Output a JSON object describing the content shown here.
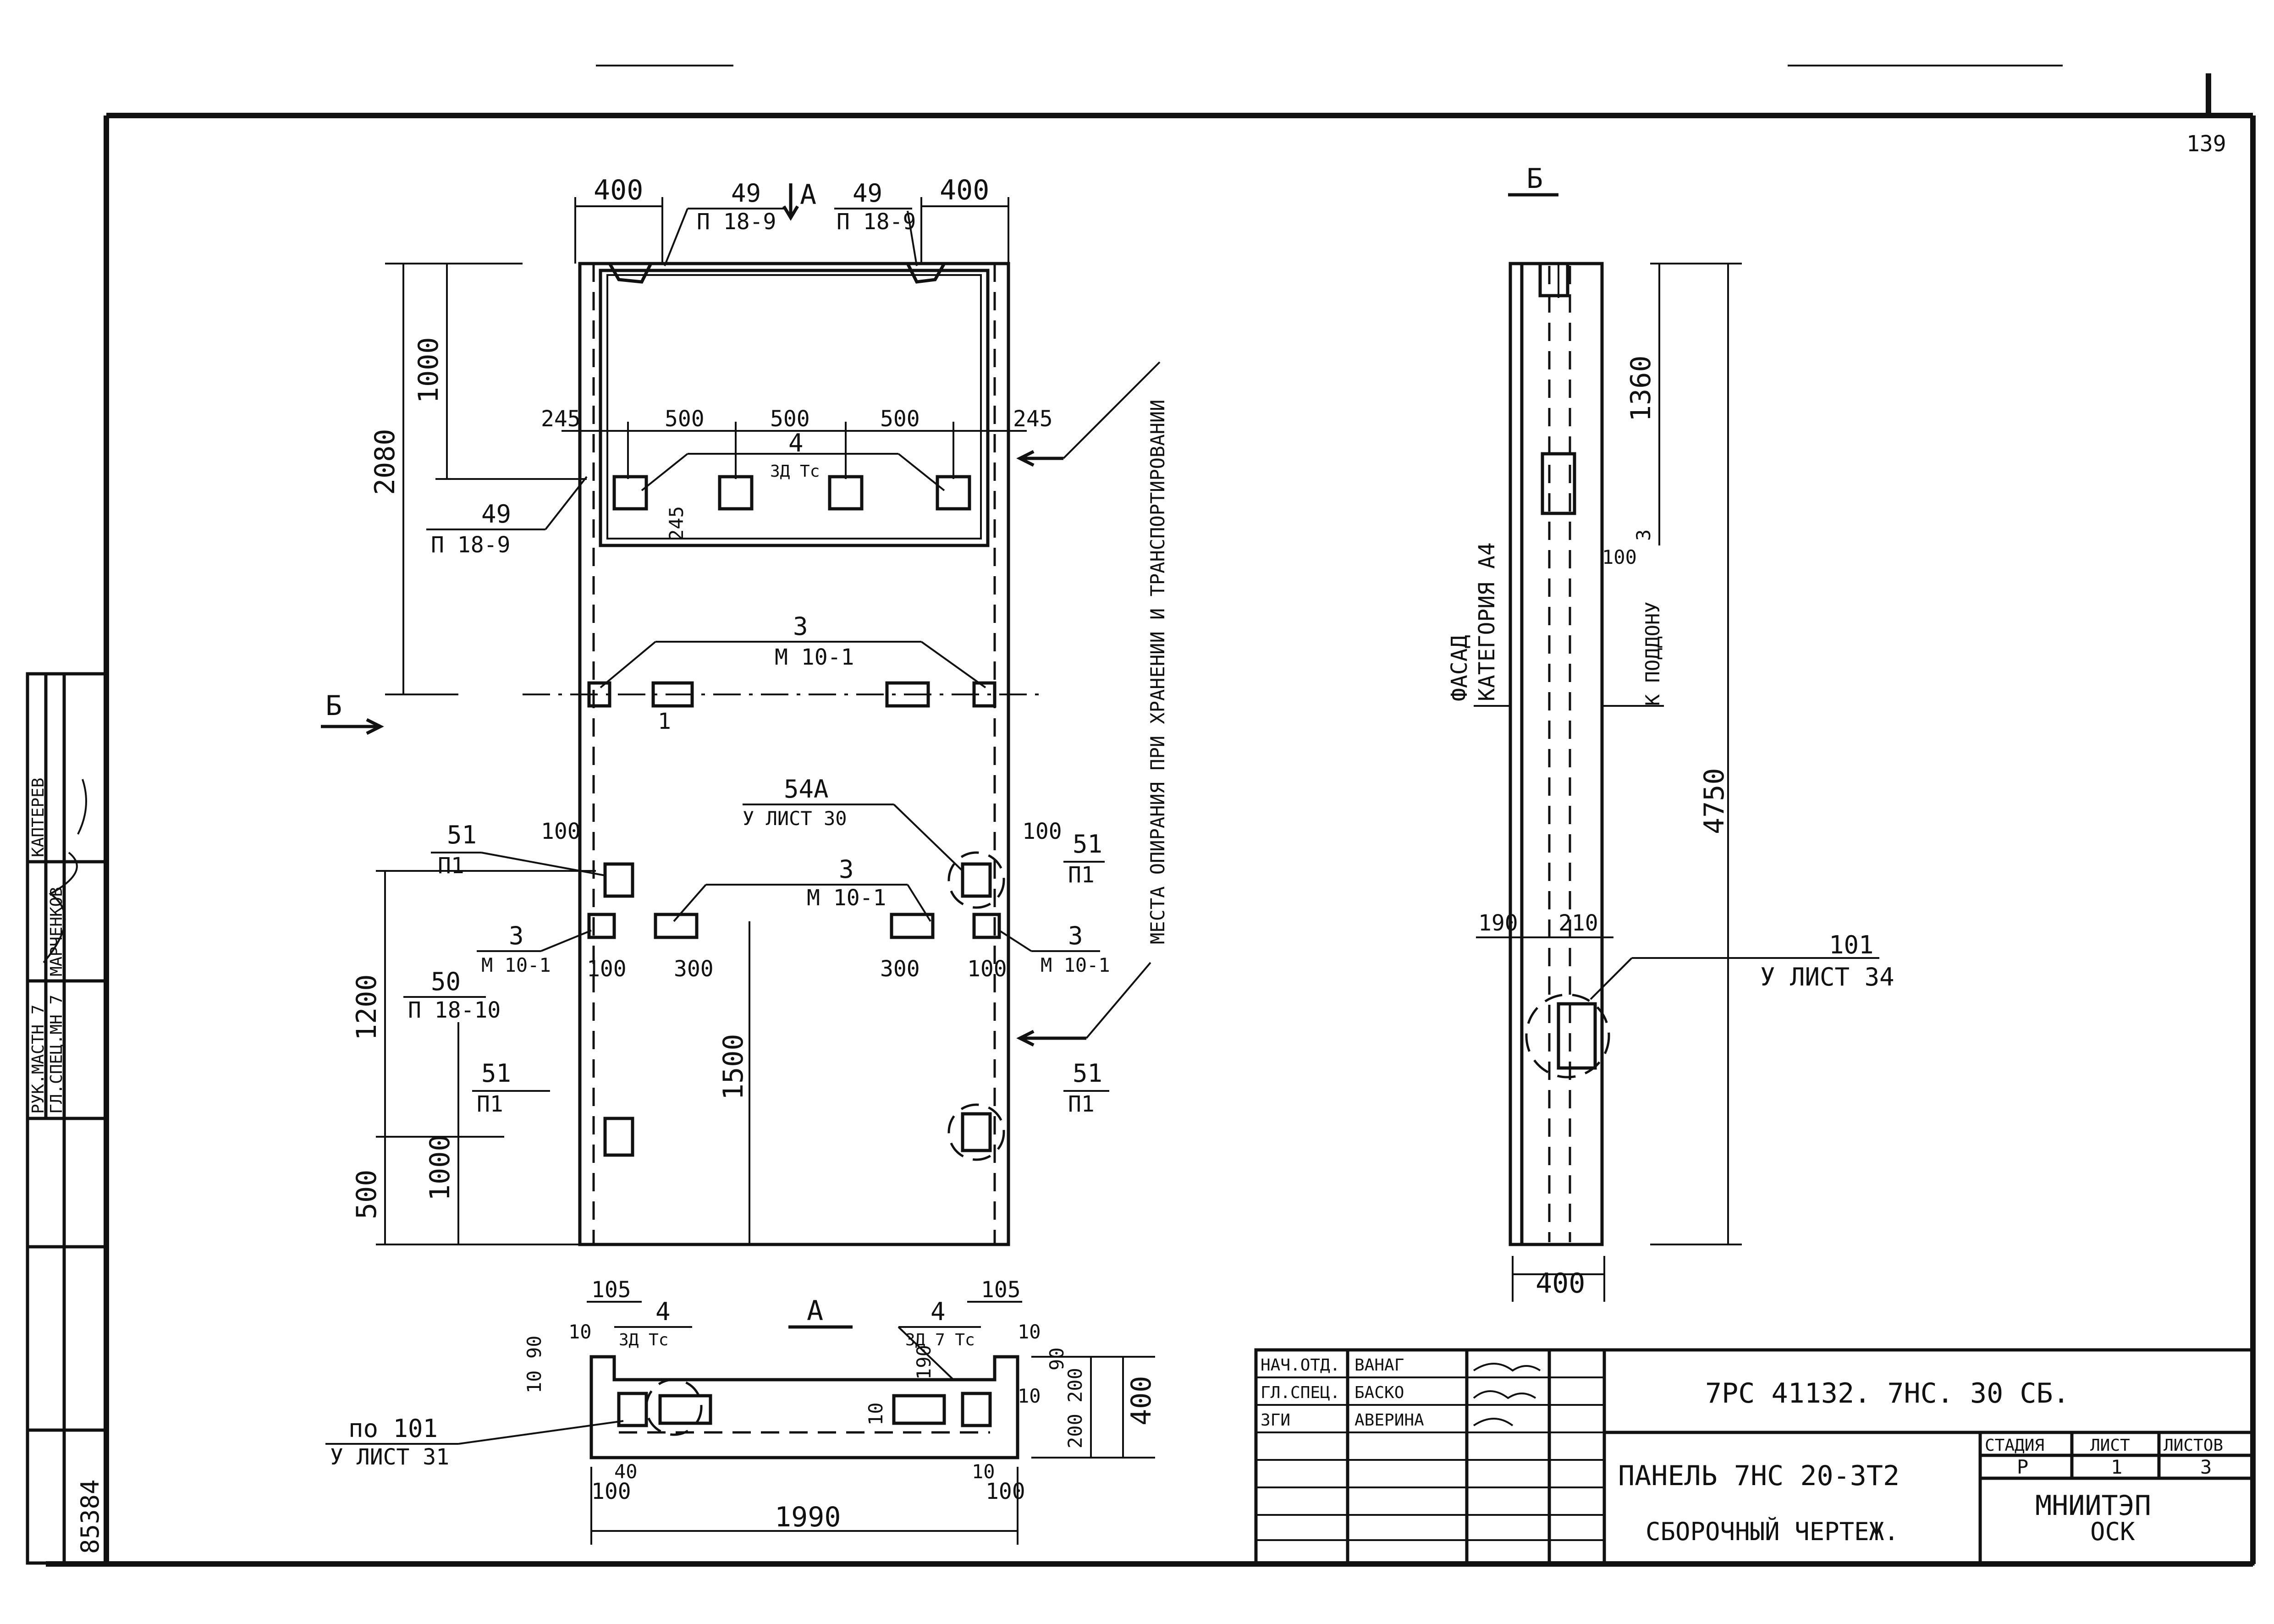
{
  "sheet_number": "139",
  "archive_number": "85384",
  "front_view": {
    "dims_top": {
      "left": "400",
      "right": "400"
    },
    "marks_top": [
      {
        "num": "49",
        "code": "П 18-9"
      },
      {
        "num": "49",
        "code": "П 18-9"
      }
    ],
    "section_mark_a": "А",
    "dims_left": {
      "d2080": "2080",
      "d1000": "1000",
      "d1200": "1200",
      "d500": "500",
      "d1000b": "1000",
      "d1500": "1500"
    },
    "dims_inner": {
      "d245a": "245",
      "d245b": "245",
      "d245c": "245",
      "d500a": "500",
      "d500b": "500",
      "d500c": "500",
      "d100a": "100",
      "d100b": "100",
      "d100c": "100",
      "d100d": "100",
      "d300a": "300",
      "d300b": "300"
    },
    "mark_4": {
      "num": "4",
      "code": "ЗД Тс"
    },
    "mark_49_left": {
      "num": "49",
      "code": "П 18-9"
    },
    "mark_3_upper": {
      "num": "3",
      "code": "М 10-1"
    },
    "mark_1": "1",
    "mark_54a": {
      "num": "54А",
      "code": "У ЛИСТ 30"
    },
    "mark_51_a": {
      "num": "51",
      "code": "П1"
    },
    "mark_51_b": {
      "num": "51",
      "code": "П1"
    },
    "mark_51_c": {
      "num": "51",
      "code": "П1"
    },
    "mark_51_d": {
      "num": "51",
      "code": "П1"
    },
    "mark_3_mid": {
      "num": "3",
      "code": "М 10-1"
    },
    "mark_3_left": {
      "num": "3",
      "code": "М 10-1"
    },
    "mark_3_right": {
      "num": "3",
      "code": "М 10-1"
    },
    "mark_50": {
      "num": "50",
      "code": "П 18-10"
    },
    "section_mark_b": "Б",
    "support_note": "МЕСТА ОПИРАНИЯ ПРИ ХРАНЕНИИ И ТРАНСПОРТИРОВАНИИ"
  },
  "side_view": {
    "section_label": "Б",
    "facade_label": "ФАСАД",
    "category_label": "КАТЕГОРИЯ А4",
    "pallet_label": "К ПОДДОНУ",
    "dims": {
      "d1360": "1360",
      "d4750": "4750",
      "d100": "100",
      "d3": "3",
      "d190": "190",
      "d210": "210",
      "d400": "400"
    },
    "mark_101": {
      "num": "101",
      "code": "У ЛИСТ 34"
    }
  },
  "section_a": {
    "label": "А",
    "dims": {
      "d105a": "105",
      "d105b": "105",
      "d10a": "10",
      "d10b": "10",
      "d10_90": "10 90",
      "d190": "190",
      "d90": "90",
      "d10c": "10",
      "d200a": "200",
      "d200b": "200",
      "d400": "400",
      "d1990": "1990",
      "d100a": "100",
      "d100b": "100",
      "d40a": "40",
      "d10d": "10",
      "d10e": "10"
    },
    "mark_4_left": {
      "num": "4",
      "code": "ЗД Тс"
    },
    "mark_4_right": {
      "num": "4",
      "code": "ЗД 7 Тс"
    },
    "mark_101": {
      "num": "по 101",
      "code": "У ЛИСТ 31"
    }
  },
  "left_stamp": {
    "rows": [
      "РУК.МАСТН 7",
      "ГЛ.СПЕЦ.МН 7",
      "КАПТЕРЕВ",
      "МАРЧЕНКОВ"
    ]
  },
  "title_block": {
    "roles": [
      "НАЧ.ОТД.",
      "ГЛ.СПЕЦ.",
      "ЗГИ"
    ],
    "names": [
      "ВАНАГ",
      "БАСКО",
      "АВЕРИНА"
    ],
    "doc_code": "7РС 41132. 7НС. 30 СБ.",
    "title": "ПАНЕЛЬ 7НС 20-3Т2",
    "subtitle": "СБОРОЧНЫЙ ЧЕРТЕЖ.",
    "stage_header": "СТАДИЯ",
    "sheet_header": "ЛИСТ",
    "sheets_header": "ЛИСТОВ",
    "stage": "Р",
    "sheet": "1",
    "sheets": "3",
    "org": "МНИИТЭП",
    "org2": "ОСК"
  }
}
